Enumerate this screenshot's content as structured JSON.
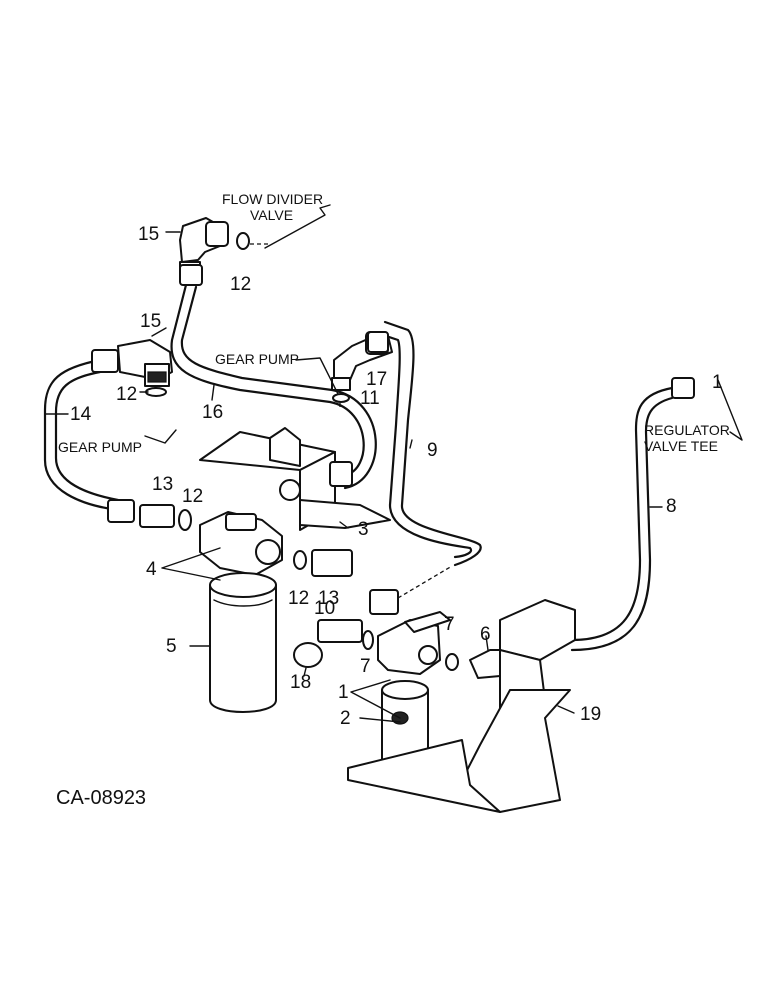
{
  "diagram": {
    "code": "CA-08923",
    "callouts": {
      "flow_divider_1": "FLOW DIVIDER",
      "flow_divider_2": "VALVE",
      "gear_pump_top": "GEAR PUMP",
      "gear_pump_left": "GEAR PUMP",
      "regulator_1": "REGULATOR",
      "regulator_2": "VALVE TEE"
    },
    "part_numbers": {
      "p15a": "15",
      "p12a": "12",
      "p15b": "15",
      "p12b": "12",
      "p14": "14",
      "p16": "16",
      "p17": "17",
      "p11": "11",
      "p9": "9",
      "p1a": "1",
      "p8": "8",
      "p13a": "13",
      "p12c": "12",
      "p3": "3",
      "p4": "4",
      "p12d": "12",
      "p13b": "13",
      "p5": "5",
      "p10": "10",
      "p7a": "7",
      "p7b": "7",
      "p6": "6",
      "p18": "18",
      "p1b": "1",
      "p2": "2",
      "p19": "19"
    }
  }
}
